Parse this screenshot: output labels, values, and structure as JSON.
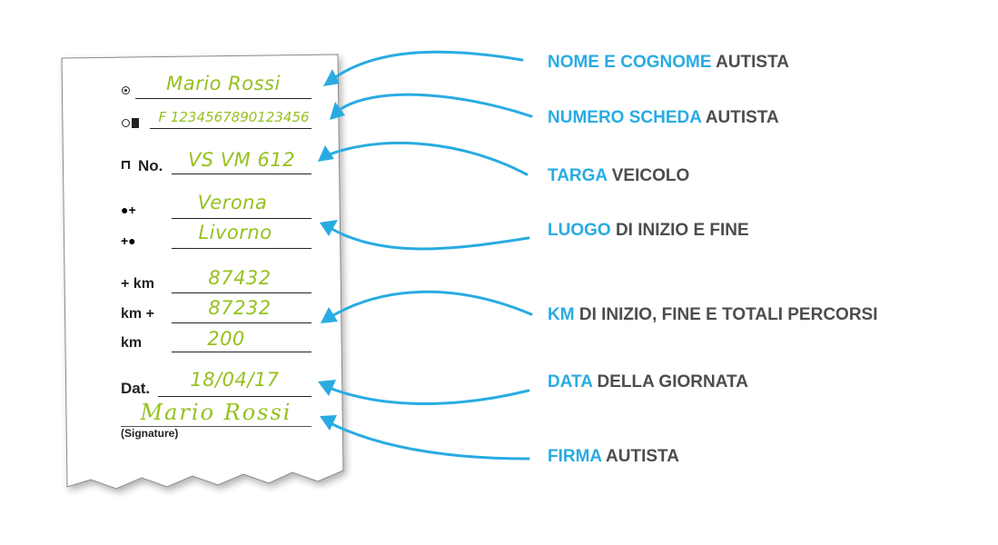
{
  "colors": {
    "accent": "#29abe2",
    "handwriting": "#95c11f",
    "text": "#4d4d4d"
  },
  "form": {
    "driver_name": "Mario Rossi",
    "card_number": "F 1234567890123456",
    "plate_label": "No.",
    "plate": "VS VM 612",
    "start_place": "Verona",
    "end_place": "Livorno",
    "km_start_label": "+ km",
    "km_start": "87432",
    "km_end_label": "km +",
    "km_end": "87232",
    "km_total_label": "km",
    "km_total": "200",
    "date_label": "Dat.",
    "date": "18/04/17",
    "signature": "Mario Rossi",
    "signature_label": "(Signature)"
  },
  "captions": [
    {
      "blue": "NOME E COGNOME",
      "gray": "AUTISTA"
    },
    {
      "blue": "NUMERO SCHEDA",
      "gray": "AUTISTA"
    },
    {
      "blue": "TARGA",
      "gray": "VEICOLO"
    },
    {
      "blue": "LUOGO",
      "gray": "DI INIZIO E FINE"
    },
    {
      "blue": "KM",
      "gray": "DI INIZIO, FINE E TOTALI PERCORSI"
    },
    {
      "blue": "DATA",
      "gray": "DELLA GIORNATA"
    },
    {
      "blue": "FIRMA",
      "gray": "AUTISTA"
    }
  ]
}
